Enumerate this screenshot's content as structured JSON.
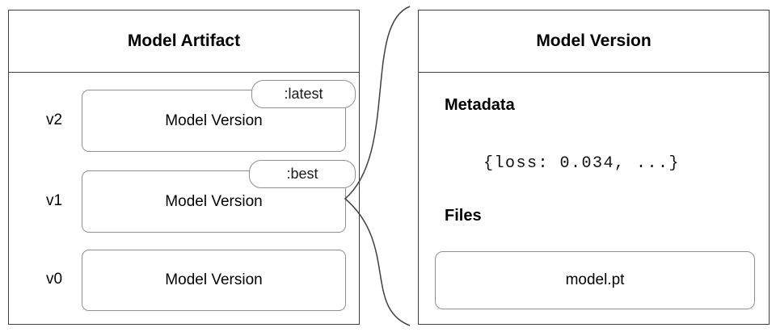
{
  "colors": {
    "panel_border": "#3f3f3f",
    "box_border": "#8f8f8f",
    "background": "#ffffff",
    "text": "#000000"
  },
  "left_panel": {
    "title": "Model Artifact",
    "rows": [
      {
        "version": "v2",
        "label": "Model Version",
        "tag": ":latest"
      },
      {
        "version": "v1",
        "label": "Model Version",
        "tag": ":best"
      },
      {
        "version": "v0",
        "label": "Model Version"
      }
    ]
  },
  "right_panel": {
    "title": "Model Version",
    "metadata": {
      "heading": "Metadata",
      "value": "{loss: 0.034, ...}"
    },
    "files": {
      "heading": "Files",
      "file_name": "model.pt"
    }
  }
}
